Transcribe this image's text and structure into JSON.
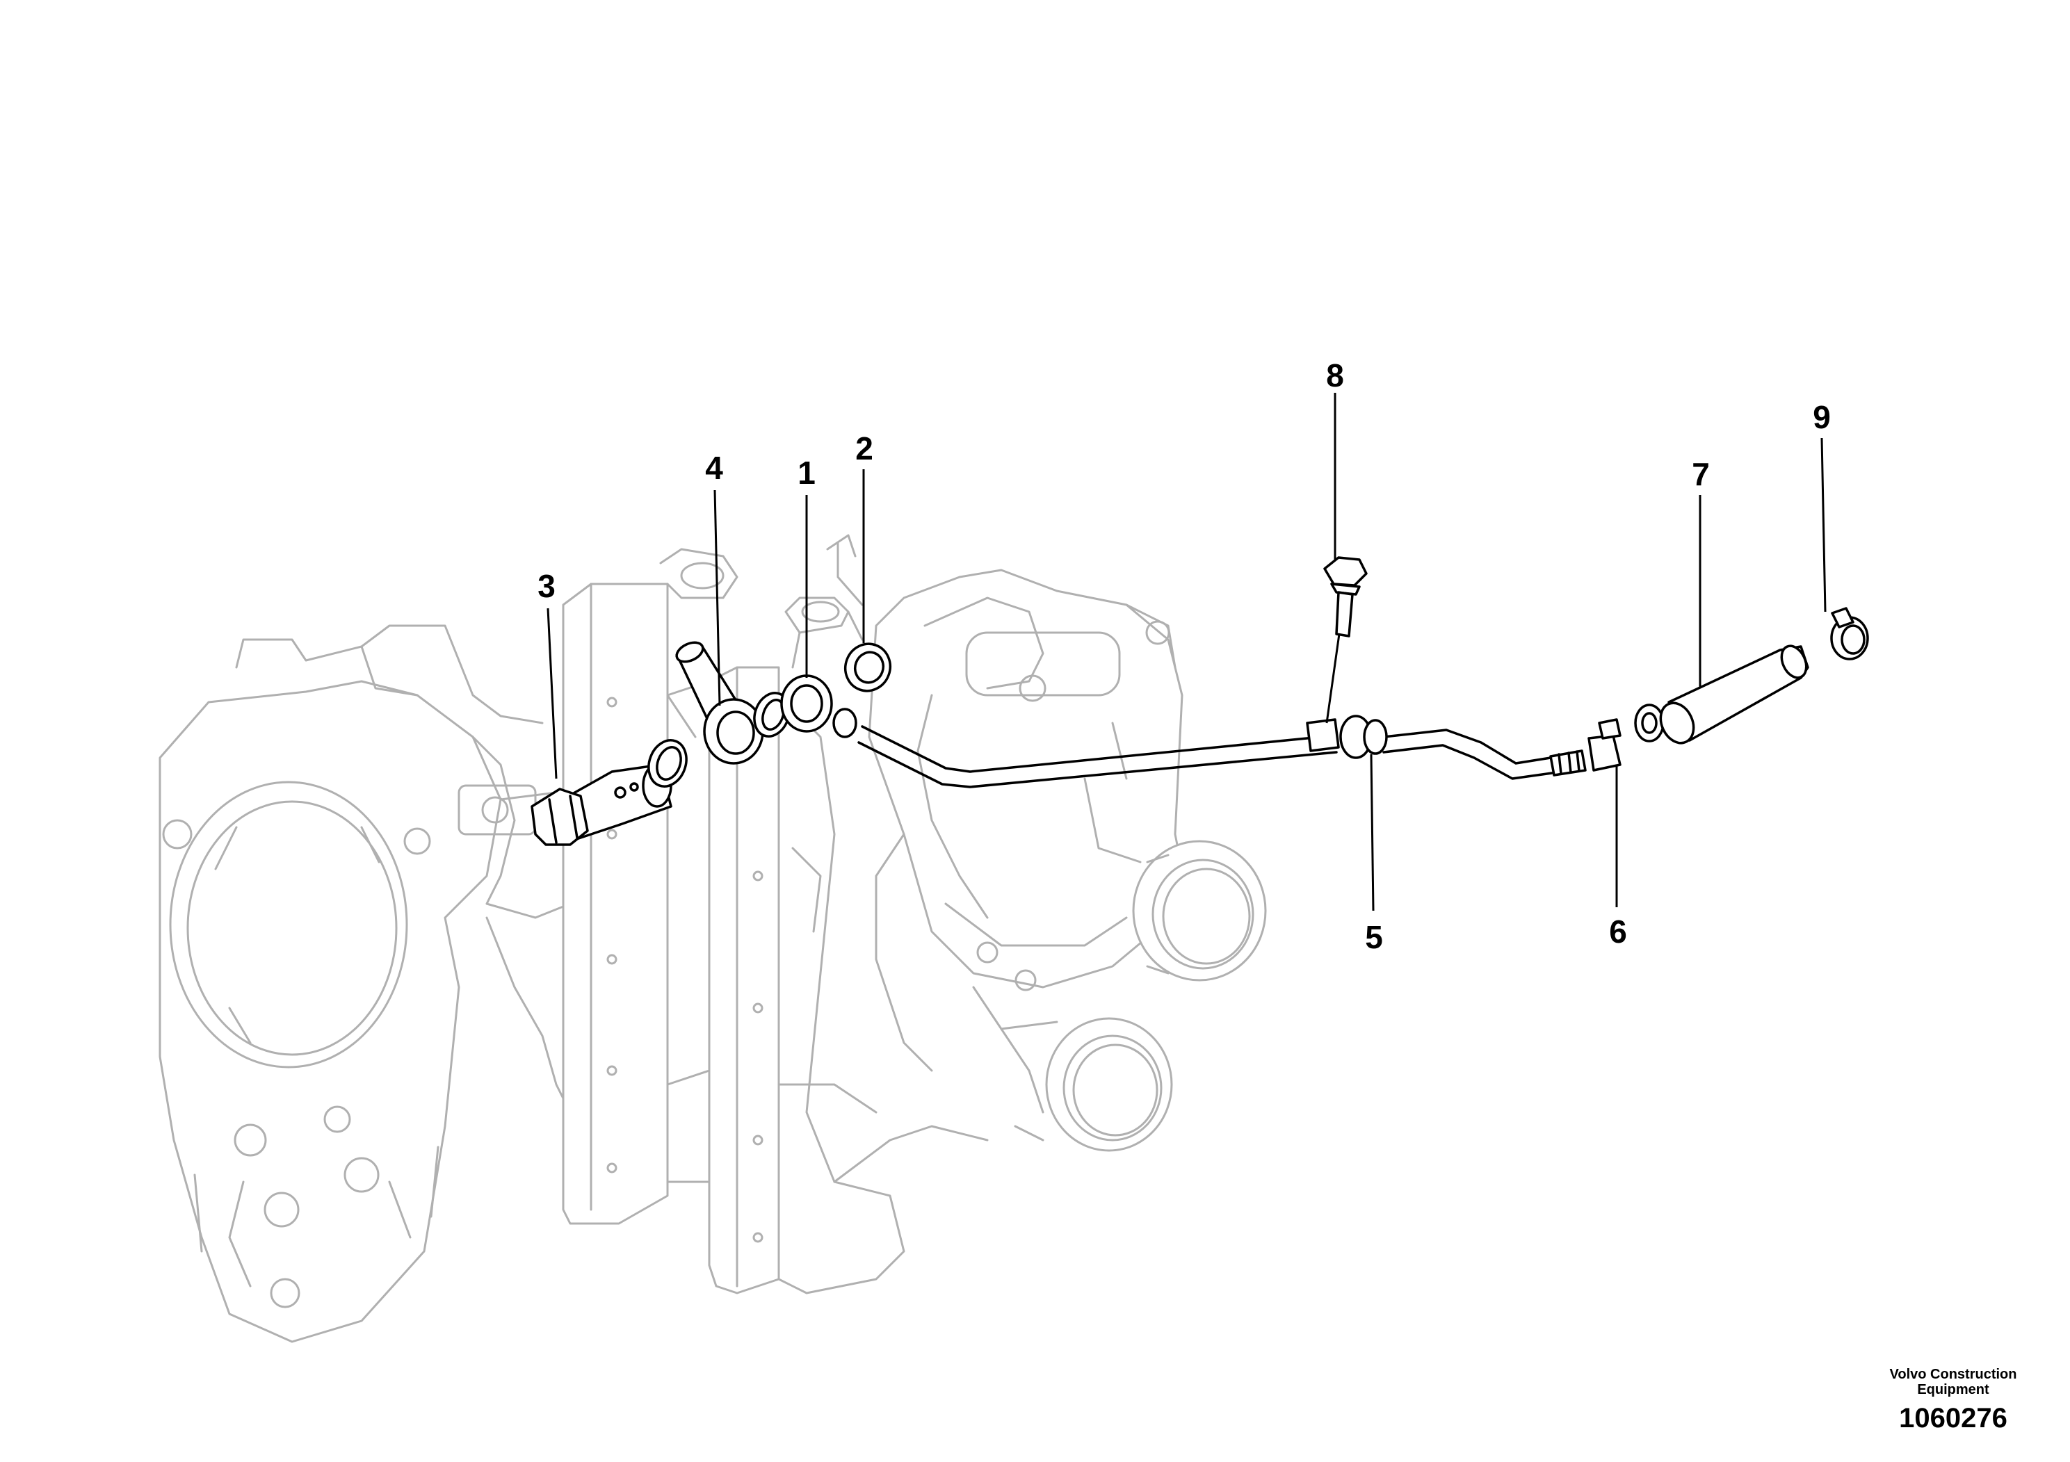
{
  "diagram": {
    "callouts": [
      {
        "label": "1"
      },
      {
        "label": "2"
      },
      {
        "label": "3"
      },
      {
        "label": "4"
      },
      {
        "label": "5"
      },
      {
        "label": "6"
      },
      {
        "label": "7"
      },
      {
        "label": "8"
      },
      {
        "label": "9"
      }
    ],
    "line_color": "#000000",
    "background_part_color": "#b0b0b0"
  },
  "footer": {
    "brand": "Volvo Construction",
    "brand_line2": "Equipment",
    "drawing_number": "1060276"
  }
}
